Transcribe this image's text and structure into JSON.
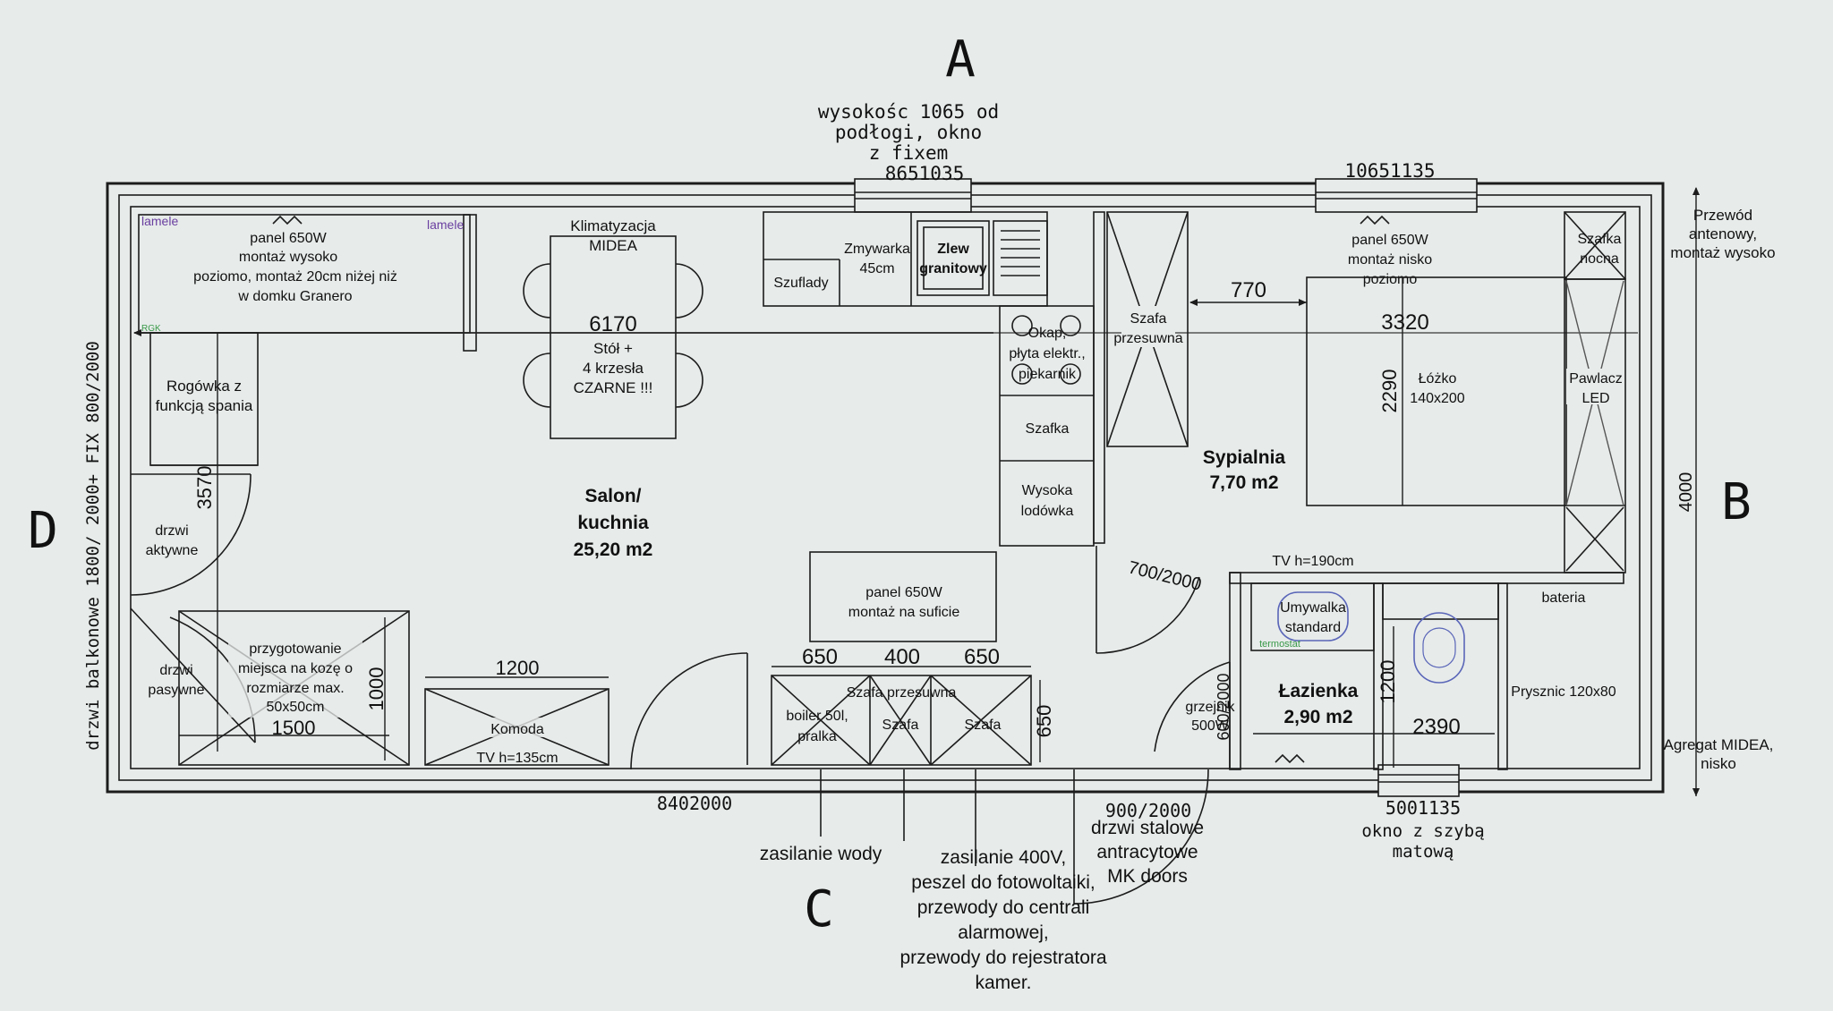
{
  "colors": {
    "background": "#e7ebea",
    "ink": "#1c1c1c",
    "accent_purple": "#6a3fa0",
    "accent_green": "#3a9a4a",
    "sink_blue": "#5a66b8"
  },
  "section_letters": {
    "a": "A",
    "b": "B",
    "c": "C",
    "d": "D"
  },
  "top_note": {
    "line1": "wysokośc 1065 od",
    "line2": "podłogi, okno",
    "line3": "z fixem",
    "line4": "8651035"
  },
  "window_bedroom_top": "10651135",
  "right_note": {
    "line1": "Przewód",
    "line2": "antenowy,",
    "line3": "montaż wysoko"
  },
  "right_dim": "4000",
  "agregat": {
    "line1": "Agregat MIDEA,",
    "line2": "nisko"
  },
  "left_side_note": "drzwi balkonowe 1800/ 2000+ FIX 800/2000",
  "living_panel": {
    "line1": "panel 650W",
    "line2": "montaż wysoko",
    "line3": "poziomo, montaż 20cm niżej niż",
    "line4": "w domku Granero"
  },
  "lamele": {
    "left": "lamele",
    "right": "lamele"
  },
  "rgk": "RGK",
  "klimatyzacja": {
    "line1": "Klimatyzacja",
    "line2": "MIDEA"
  },
  "table": {
    "dim": "6170",
    "line1": "Stół +",
    "line2": "4 krzesła",
    "line3": "CZARNE !!!"
  },
  "kitchen": {
    "szuflady": "Szuflady",
    "zmywarka1": "Zmywarka",
    "zmywarka2": "45cm",
    "zlew1": "Zlew",
    "zlew2": "granitowy",
    "okap1": "Okap,",
    "okap2": "płyta elektr.,",
    "okap3": "piekarnik",
    "szafka": "Szafka",
    "lodowka1": "Wysoka",
    "lodowka2": "lodówka"
  },
  "corner_sofa": {
    "line1": "Rogówka z",
    "line2": "funkcją spania"
  },
  "dim_3570": "3570",
  "living_room": {
    "line1": "Salon/",
    "line2": "kuchnia",
    "line3": "25,20 m2"
  },
  "doors_left": {
    "active1": "drzwi",
    "active2": "aktywne",
    "passive1": "drzwi",
    "passive2": "pasywne"
  },
  "goat_place": {
    "line1": "przygotowanie",
    "line2": "miejsca na kozę o",
    "line3": "rozmiarze max.",
    "line4": "50x50cm",
    "dim_w": "1500",
    "dim_h": "1000"
  },
  "komoda": {
    "label": "Komoda",
    "tv": "TV h=135cm",
    "dim": "1200"
  },
  "ceiling_panel": {
    "line1": "panel 650W",
    "line2": "montaż na suficie"
  },
  "wardrobe_bottom": {
    "d1": "650",
    "d2": "400",
    "d3": "650",
    "title": "Szafa przesuwna",
    "boiler1": "boiler 50l,",
    "boiler2": "pralka",
    "szafa_a": "Szafa",
    "szafa_b": "Szafa",
    "side_dim": "650"
  },
  "entrance_door_dim": "8402000",
  "steel_door_dim": "900/2000",
  "steel_door": {
    "line1": "drzwi stalowe",
    "line2": "antracytowe",
    "line3": "MK doors"
  },
  "water": "zasilanie wody",
  "power_note": {
    "line1": "zasilanie 400V,",
    "line2": "peszel do fotowoltaiki,",
    "line3": "przewody do centrali",
    "line4": "alarmowej,",
    "line5": "przewody do rejestratora",
    "line6": "kamer."
  },
  "wardrobe_mid": {
    "line1": "Szafa",
    "line2": "przesuwna"
  },
  "dim_770": "770",
  "bedroom_panel": {
    "line1": "panel 650W",
    "line2": "montaż nisko",
    "line3": "poziomo"
  },
  "dim_3320": "3320",
  "bed": {
    "line1": "Łóżko",
    "line2": "140x200",
    "dim": "2290"
  },
  "nightstand": {
    "line1": "Szafka",
    "line2": "nocna"
  },
  "wardrobe_right": {
    "line1": "Pawlacz",
    "line2": "LED"
  },
  "bedroom": {
    "line1": "Sypialnia",
    "line2": "7,70 m2"
  },
  "bedroom_door": "700/2000",
  "tv_bedroom": "TV h=190cm",
  "bathroom": {
    "sink1": "Umywalka",
    "sink2": "standard",
    "termostat": "termostat",
    "heater1": "grzejnik",
    "heater2": "500W",
    "door": "600/2000",
    "title1": "Łazienka",
    "title2": "2,90 m2",
    "dim_1200": "1200",
    "dim_2390": "2390",
    "bateria": "bateria",
    "shower": "Prysznic 120x80"
  },
  "window_bath": {
    "dims": "5001135",
    "line1": "okno z szybą",
    "line2": "matową"
  }
}
